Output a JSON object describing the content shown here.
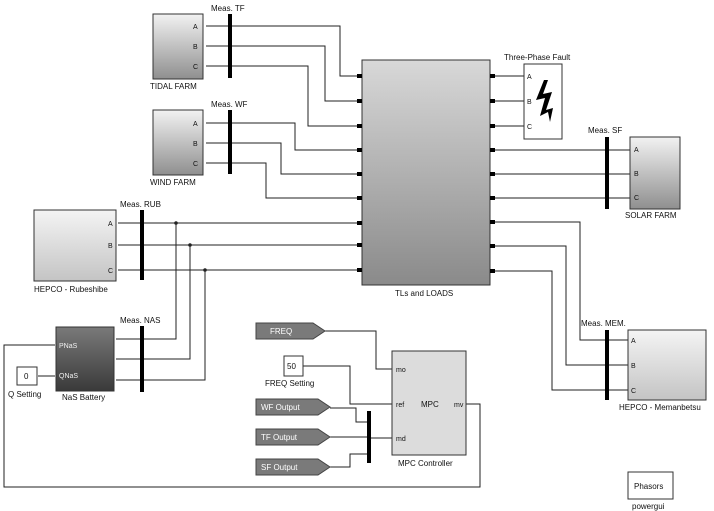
{
  "blocks": {
    "tidal_farm": {
      "label": "TIDAL FARM",
      "ports": [
        "A",
        "B",
        "C"
      ]
    },
    "wind_farm": {
      "label": "WIND FARM",
      "ports": [
        "A",
        "B",
        "C"
      ]
    },
    "hepco_rubeshibe": {
      "label": "HEPCO - Rubeshibe",
      "ports": [
        "A",
        "B",
        "C"
      ]
    },
    "nas_battery": {
      "label": "NaS Battery",
      "ports": [
        "PNaS",
        "QNaS"
      ]
    },
    "q_setting": {
      "label": "Q Setting",
      "value": "0"
    },
    "tls_loads": {
      "label": "TLs and LOADS"
    },
    "three_phase_fault": {
      "label": "Three-Phase Fault",
      "ports": [
        "A",
        "B",
        "C"
      ]
    },
    "solar_farm": {
      "label": "SOLAR FARM",
      "ports": [
        "A",
        "B",
        "C"
      ]
    },
    "hepco_memanbetsu": {
      "label": "HEPCO - Memanbetsu",
      "ports": [
        "A",
        "B",
        "C"
      ]
    },
    "mpc_controller": {
      "label": "MPC Controller",
      "title": "MPC",
      "ports": [
        "mo",
        "ref",
        "md",
        "mv"
      ]
    },
    "freq": {
      "label": "FREQ"
    },
    "freq_setting": {
      "label": "FREQ Setting",
      "value": "50"
    },
    "wf_output": {
      "label": "WF Output"
    },
    "tf_output": {
      "label": "TF Output"
    },
    "sf_output": {
      "label": "SF Output"
    },
    "powergui": {
      "label": "powergui",
      "title": "Phasors"
    }
  },
  "measurements": {
    "tf": "Meas. TF",
    "wf": "Meas. WF",
    "rub": "Meas. RUB",
    "nas": "Meas. NAS",
    "sf": "Meas. SF",
    "mem": "Meas. MEM."
  },
  "colors": {
    "block_light": "#e6e6e6",
    "block_dark": "#9a9a9a",
    "nas_dark": "#4a4a4a",
    "signal_tag": "#7a7a7a"
  }
}
